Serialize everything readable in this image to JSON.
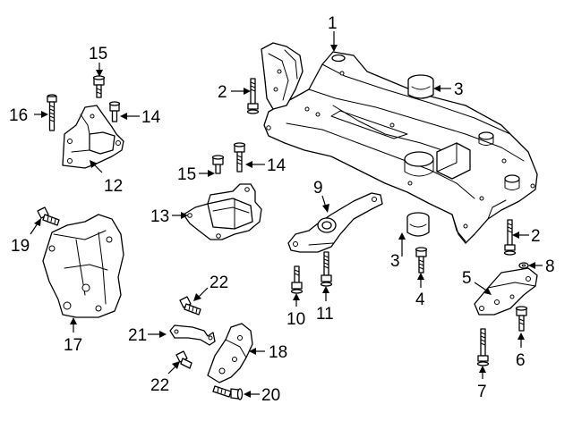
{
  "diagram": {
    "callouts": [
      {
        "id": "c1",
        "label": "1"
      },
      {
        "id": "c2a",
        "label": "2"
      },
      {
        "id": "c2b",
        "label": "2"
      },
      {
        "id": "c3a",
        "label": "3"
      },
      {
        "id": "c3b",
        "label": "3"
      },
      {
        "id": "c4",
        "label": "4"
      },
      {
        "id": "c5",
        "label": "5"
      },
      {
        "id": "c6",
        "label": "6"
      },
      {
        "id": "c7",
        "label": "7"
      },
      {
        "id": "c8",
        "label": "8"
      },
      {
        "id": "c9",
        "label": "9"
      },
      {
        "id": "c10",
        "label": "10"
      },
      {
        "id": "c11",
        "label": "11"
      },
      {
        "id": "c12",
        "label": "12"
      },
      {
        "id": "c13",
        "label": "13"
      },
      {
        "id": "c14a",
        "label": "14"
      },
      {
        "id": "c14b",
        "label": "14"
      },
      {
        "id": "c15a",
        "label": "15"
      },
      {
        "id": "c15b",
        "label": "15"
      },
      {
        "id": "c16",
        "label": "16"
      },
      {
        "id": "c17",
        "label": "17"
      },
      {
        "id": "c18",
        "label": "18"
      },
      {
        "id": "c19",
        "label": "19"
      },
      {
        "id": "c20",
        "label": "20"
      },
      {
        "id": "c21",
        "label": "21"
      },
      {
        "id": "c22a",
        "label": "22"
      },
      {
        "id": "c22b",
        "label": "22"
      }
    ]
  }
}
